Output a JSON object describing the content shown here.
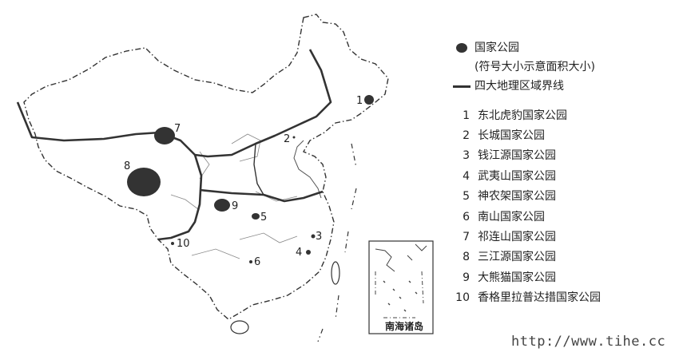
{
  "legend": {
    "park_symbol_label": "国家公园",
    "park_symbol_note": "(符号大小示意面积大小)",
    "boundary_label": "四大地理区域界线"
  },
  "parks": [
    {
      "num": "1",
      "name": "东北虎豹国家公园"
    },
    {
      "num": "2",
      "name": "长城国家公园"
    },
    {
      "num": "3",
      "name": "钱江源国家公园"
    },
    {
      "num": "4",
      "name": "武夷山国家公园"
    },
    {
      "num": "5",
      "name": "神农架国家公园"
    },
    {
      "num": "6",
      "name": "南山国家公园"
    },
    {
      "num": "7",
      "name": "祁连山国家公园"
    },
    {
      "num": "8",
      "name": "三江源国家公园"
    },
    {
      "num": "9",
      "name": "大熊猫国家公园"
    },
    {
      "num": "10",
      "name": "香格里拉普达措国家公园"
    }
  ],
  "inset_label": "南海诸岛",
  "watermark": "http://www.tihe.cc",
  "colors": {
    "ink": "#333333"
  }
}
